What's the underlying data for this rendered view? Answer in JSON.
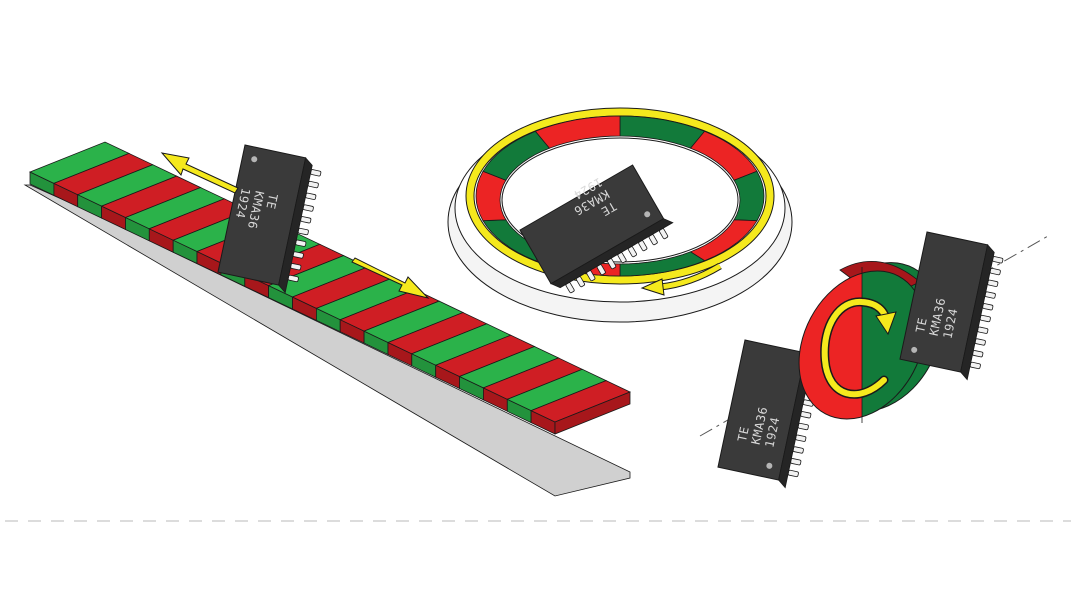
{
  "colors": {
    "green": "#2bb24a",
    "green_side": "#23923c",
    "red": "#cf1e24",
    "red_side": "#a7171b",
    "dark_green": "#127a3a",
    "bright_red": "#ec2424",
    "yellow": "#f5e91d",
    "chip": "#3a3a3a",
    "chip_dark": "#252525",
    "outline": "#1a1a1a"
  },
  "chips": {
    "linear": {
      "brand": "TE",
      "model": "KMA36",
      "code": "1924"
    },
    "ring": {
      "brand": "TE",
      "model": "KMA36",
      "code": "1924"
    },
    "left": {
      "brand": "TE",
      "model": "KMA36",
      "code": "1924"
    },
    "right": {
      "brand": "TE",
      "model": "KMA36",
      "code": "1924"
    }
  },
  "icons": {
    "linear_arrows": "double-arrow-icon",
    "ring_arrow": "curved-arrow-icon",
    "rotation_arrow": "rotation-arrow-icon"
  }
}
